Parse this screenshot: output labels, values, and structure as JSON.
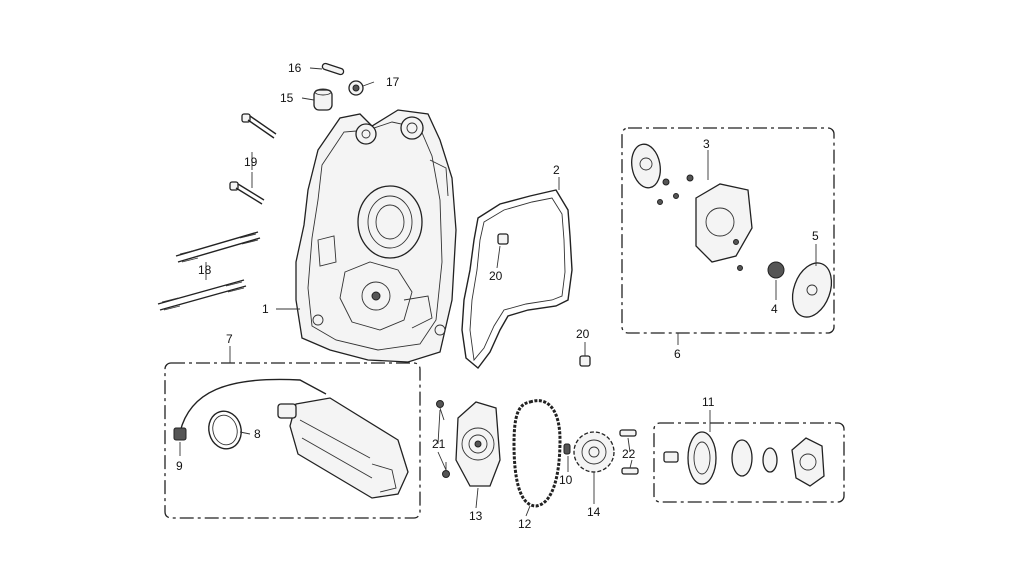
{
  "callouts": {
    "c1": "1",
    "c2": "2",
    "c3": "3",
    "c4": "4",
    "c5": "5",
    "c6": "6",
    "c7": "7",
    "c8": "8",
    "c9": "9",
    "c10": "10",
    "c11": "11",
    "c12": "12",
    "c13": "13",
    "c14": "14",
    "c15": "15",
    "c16": "16",
    "c17": "17",
    "c18": "18",
    "c19": "19",
    "c20a": "20",
    "c20b": "20",
    "c21": "21",
    "c22": "22"
  },
  "colors": {
    "line": "#222222",
    "fill": "#f4f4f4",
    "dark": "#555555"
  }
}
